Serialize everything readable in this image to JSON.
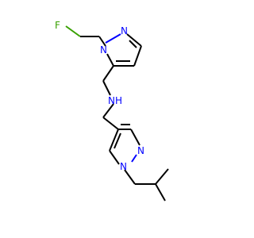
{
  "atoms": {
    "fluorine": {
      "label": "F",
      "color": "#38a000"
    },
    "n_pyrazole_top_1": {
      "label": "N",
      "color": "#0000ff"
    },
    "n_pyrazole_top_2": {
      "label": "N",
      "color": "#0000ff"
    },
    "amine": {
      "label": "NH",
      "color": "#0000ff"
    },
    "n_pyrazole_bottom_1": {
      "label": "N",
      "color": "#0000ff"
    },
    "n_pyrazole_bottom_2": {
      "label": "N",
      "color": "#0000ff"
    }
  },
  "colors": {
    "bond": "#000000",
    "nitrogen": "#0000ff",
    "fluorine": "#38a000"
  }
}
